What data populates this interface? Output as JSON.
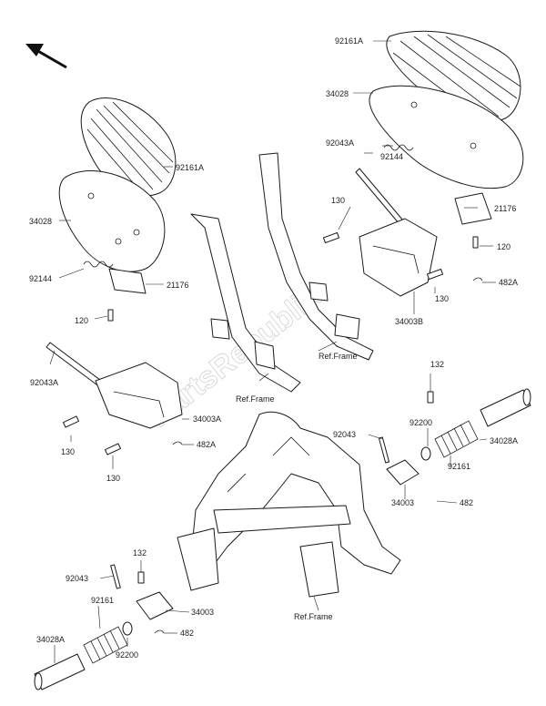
{
  "watermark": "PartsRepublik",
  "labels": {
    "l01": "92161A",
    "l02": "34028",
    "l03": "92043A",
    "l04": "92144",
    "l05": "130",
    "l06": "21176",
    "l07": "120",
    "l08": "482A",
    "l09": "130",
    "l10": "34003B",
    "l11": "Ref.Frame",
    "l12": "92161A",
    "l13": "34028",
    "l14": "92144",
    "l15": "21176",
    "l16": "120",
    "l17": "92043A",
    "l18": "Ref.Frame",
    "l19": "34003A",
    "l20": "130",
    "l21": "482A",
    "l22": "130",
    "l23": "132",
    "l24": "92043",
    "l25": "92200",
    "l26": "34028A",
    "l27": "92161",
    "l28": "34003",
    "l29": "482",
    "l30": "132",
    "l31": "92043",
    "l32": "34003",
    "l33": "482",
    "l34": "92161",
    "l35": "92200",
    "l36": "34028A",
    "l37": "Ref.Frame"
  }
}
